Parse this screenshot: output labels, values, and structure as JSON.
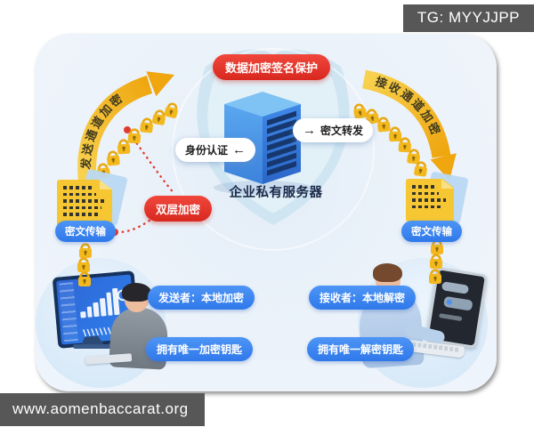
{
  "overlays": {
    "tg_badge": "TG: MYYJJPP",
    "watermark": "www.aomenbaccarat.org"
  },
  "center": {
    "top_badge": "数据加密签名保护",
    "server_label": "企业私有服务器",
    "auth_label": "身份认证",
    "auth_arrow_icon": "←",
    "forward_arrow_icon": "→",
    "forward_label": "密文转发"
  },
  "channels": {
    "send_label": "发送通道加密",
    "receive_label": "接收通道加密"
  },
  "transmission": {
    "double_encryption_badge": "双层加密",
    "left_label": "密文传输",
    "right_label": "密文传输"
  },
  "sender": {
    "role_label": "发送者：本地加密",
    "key_label": "拥有唯一加密钥匙"
  },
  "receiver": {
    "role_label": "接收者：本地解密",
    "key_label": "拥有唯一解密钥匙"
  },
  "colors": {
    "accent_red": "#e23a2e",
    "accent_blue": "#3b82f0",
    "lock_yellow": "#f3b81e",
    "card_bg": "#edf3fa"
  }
}
